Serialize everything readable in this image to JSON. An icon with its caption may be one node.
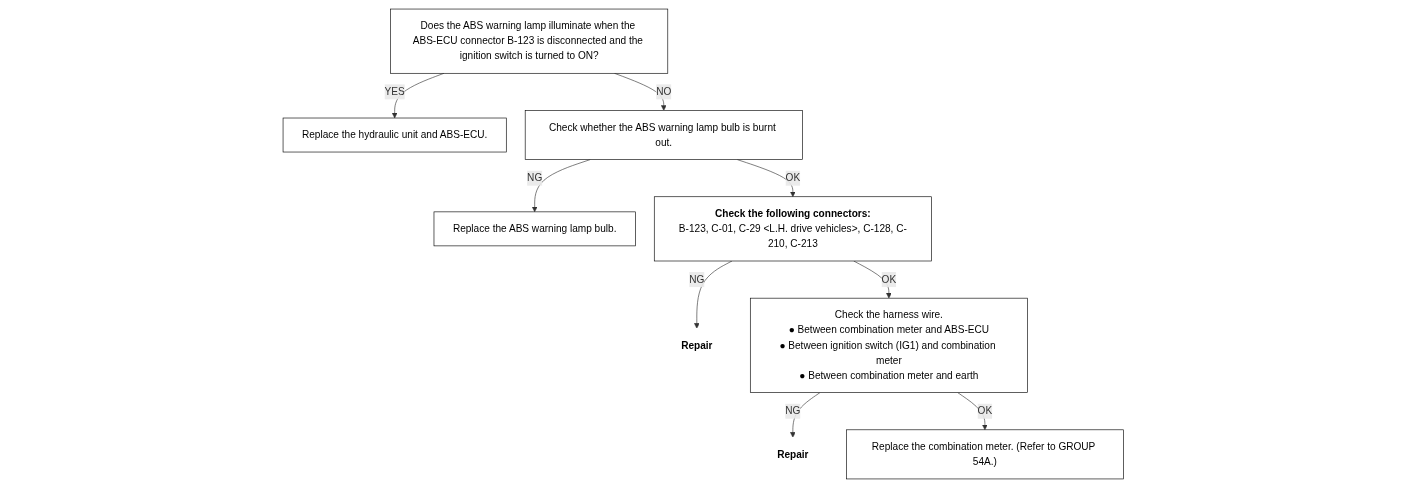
{
  "diagram": {
    "nodes": [
      {
        "text": [
          "Does the ABS warning lamp illuminate when the ABS-ECU connector B-123 is disconnected and the ignition switch is turned to ON?"
        ]
      },
      {
        "text": [
          "Replace the hydraulic unit and ABS-ECU."
        ]
      },
      {
        "text": [
          "Check whether the ABS warning lamp bulb is burnt out."
        ]
      },
      {
        "text": [
          "Replace the ABS warning lamp bulb."
        ]
      },
      {
        "text": [
          "Check the following connectors:",
          "B-123, C-01, C-29 <L.H. drive vehicles>, C-128, C-210, C-213"
        ]
      },
      {
        "text": [
          "Repair"
        ]
      },
      {
        "text": [
          "Check the harness wire.",
          "● Between combination meter and ABS-ECU",
          "● Between ignition switch (IG1) and combination meter",
          "● Between combination meter and earth"
        ]
      },
      {
        "text": [
          "Repair"
        ]
      },
      {
        "text": [
          "Replace the combination meter. (Refer to GROUP 54A.)"
        ]
      }
    ],
    "edges": [
      {
        "from": 0,
        "to": 1,
        "arrow": "to",
        "label": "YES"
      },
      {
        "from": 0,
        "to": 2,
        "arrow": "to",
        "label": "NO"
      },
      {
        "from": 2,
        "to": 3,
        "arrow": "to",
        "label": "NG"
      },
      {
        "from": 2,
        "to": 4,
        "arrow": "to",
        "label": "OK"
      },
      {
        "from": 4,
        "to": 5,
        "arrow": "to",
        "label": "NG"
      },
      {
        "from": 4,
        "to": 6,
        "arrow": "to",
        "label": "OK"
      },
      {
        "from": 6,
        "to": 7,
        "arrow": "to",
        "label": "NG"
      },
      {
        "from": 6,
        "to": 8,
        "arrow": "to",
        "label": "OK"
      }
    ]
  }
}
